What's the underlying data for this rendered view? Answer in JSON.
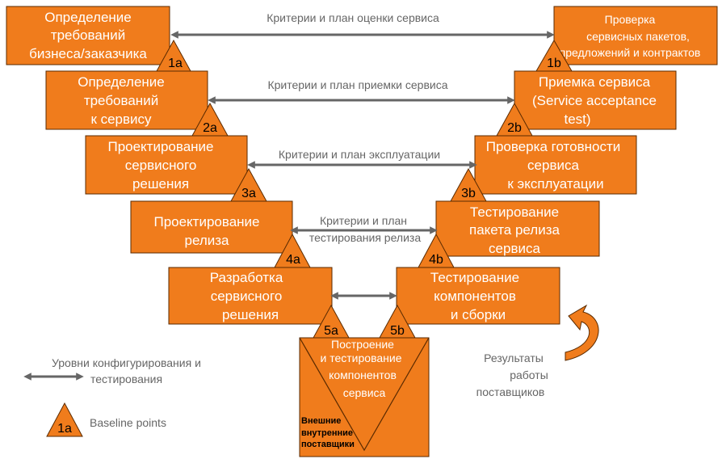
{
  "colors": {
    "box_fill": "#f07c1c",
    "arrow": "#666666",
    "box_text": "#ffffff"
  },
  "left_stages": [
    {
      "lines": [
        "Определение",
        "требований",
        "бизнеса/заказчика"
      ],
      "point": "1a"
    },
    {
      "lines": [
        "Определение",
        "требований",
        "к сервису"
      ],
      "point": "2a"
    },
    {
      "lines": [
        "Проектирование",
        "сервисного",
        "решения"
      ],
      "point": "3a"
    },
    {
      "lines": [
        "Проектирование",
        "релиза"
      ],
      "point": "4a"
    },
    {
      "lines": [
        "Разработка",
        "сервисного",
        "решения"
      ],
      "point": "5a"
    }
  ],
  "right_stages": [
    {
      "lines": [
        "Проверка",
        "сервисных пакетов,",
        "предложений и контрактов"
      ],
      "point": "1b"
    },
    {
      "lines": [
        "Приемка сервиса",
        "(Service acceptance",
        "test)"
      ],
      "point": "2b"
    },
    {
      "lines": [
        "Проверка готовности",
        "сервиса",
        "к эксплуатации"
      ],
      "point": "3b"
    },
    {
      "lines": [
        "Тестирование",
        "пакета релиза",
        "сервиса"
      ],
      "point": "4b"
    },
    {
      "lines": [
        "Тестирование",
        "компонентов",
        "и сборки"
      ],
      "point": "5b"
    }
  ],
  "connectors": [
    {
      "lines": [
        "Критерии и план оценки сервиса"
      ]
    },
    {
      "lines": [
        "Критерии и план приемки сервиса"
      ]
    },
    {
      "lines": [
        "Критерии и план эксплуатации"
      ]
    },
    {
      "lines": [
        "Критерии и план",
        "тестирования релиза"
      ]
    }
  ],
  "bottom": {
    "lines": [
      "Построение",
      "и тестирование",
      "компонентов",
      "сервиса"
    ],
    "suppliers": [
      "Внешние",
      "внутренние",
      "поставщики"
    ]
  },
  "supplier_results": [
    "Результаты",
    "работы",
    "поставщиков"
  ],
  "legend": {
    "levels": [
      "Уровни конфигурирования и",
      "тестирования"
    ],
    "baseline_symbol": "1a",
    "baseline_label": "Baseline points"
  }
}
